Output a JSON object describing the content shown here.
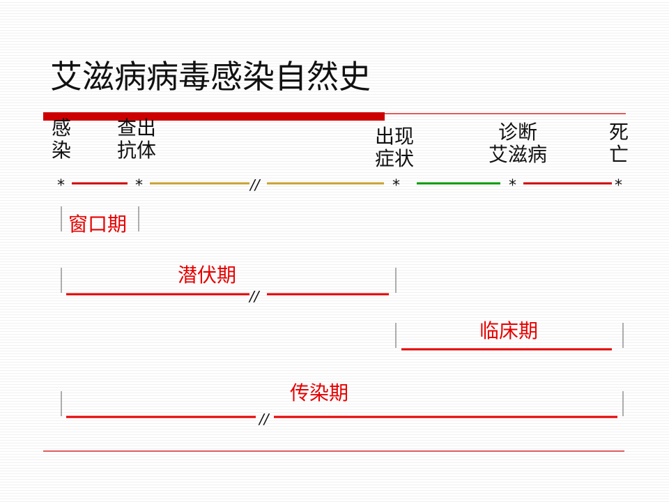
{
  "title": "艾滋病病毒感染自然史",
  "events": [
    {
      "line1": "感",
      "line2": "染"
    },
    {
      "line1": "查出",
      "line2": "抗体"
    },
    {
      "line1": "出现",
      "line2": "症状"
    },
    {
      "line1": "诊断",
      "line2": "艾滋病"
    },
    {
      "line1": "死",
      "line2": "亡"
    }
  ],
  "marker": "*",
  "break_mark": "//",
  "stages": {
    "window": "窗口期",
    "latent": "潜伏期",
    "clinical": "临床期",
    "infectious": "传染期"
  },
  "colors": {
    "accent_bar": "#cc0000",
    "thin_rule": "#cc0000",
    "stage_text": "#e60000",
    "segment_1": "#cc0000",
    "segment_2": "#c8a030",
    "segment_3": "#009900",
    "segment_4": "#cc0000",
    "bracket": "#777777"
  }
}
